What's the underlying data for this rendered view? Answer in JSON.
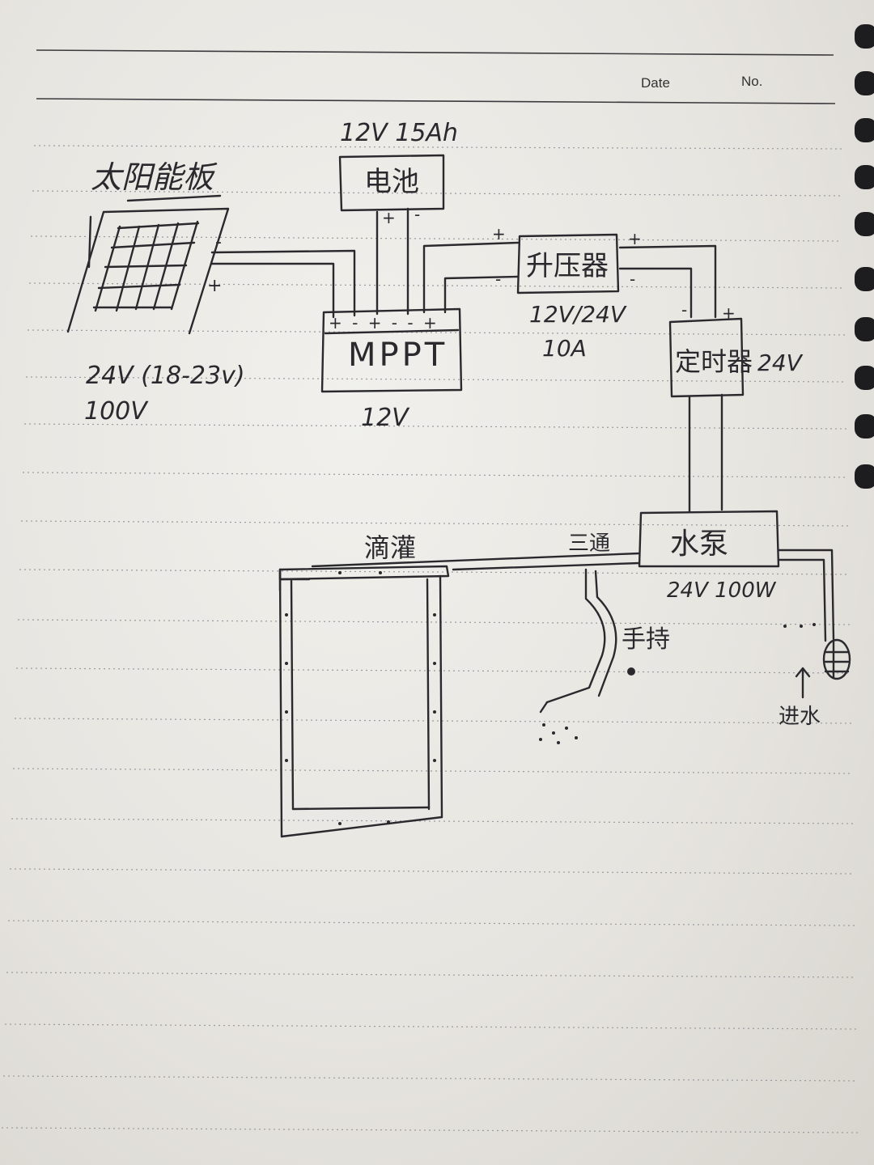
{
  "header": {
    "date_label": "Date",
    "no_label": "No."
  },
  "solar_panel": {
    "label": "太阳能板",
    "spec_voltage": "24V (18-23v)",
    "spec_power": "100V",
    "minus": "-",
    "plus": "+"
  },
  "battery": {
    "spec": "12V 15Ah",
    "label": "电池",
    "plus": "+",
    "minus": "-"
  },
  "mppt": {
    "label": "MPPT",
    "terminals": "+ -  + -  - +",
    "spec": "12V"
  },
  "booster": {
    "label": "升压器",
    "spec_voltage": "12V/24V",
    "spec_current": "10A",
    "in_plus": "+",
    "in_minus": "-",
    "out_plus": "+",
    "out_minus": "-"
  },
  "timer": {
    "label": "定时器",
    "spec": "24V",
    "minus": "-",
    "plus": "+"
  },
  "pump": {
    "label": "水泵",
    "spec": "24V 100W"
  },
  "drip": {
    "label": "滴灌"
  },
  "tee": {
    "label": "三通"
  },
  "handheld": {
    "label": "手持"
  },
  "inlet": {
    "label": "进水"
  },
  "colors": {
    "ink": "#2a2a2e",
    "paper": "#eeede9",
    "rule": "#9a9aa0"
  }
}
